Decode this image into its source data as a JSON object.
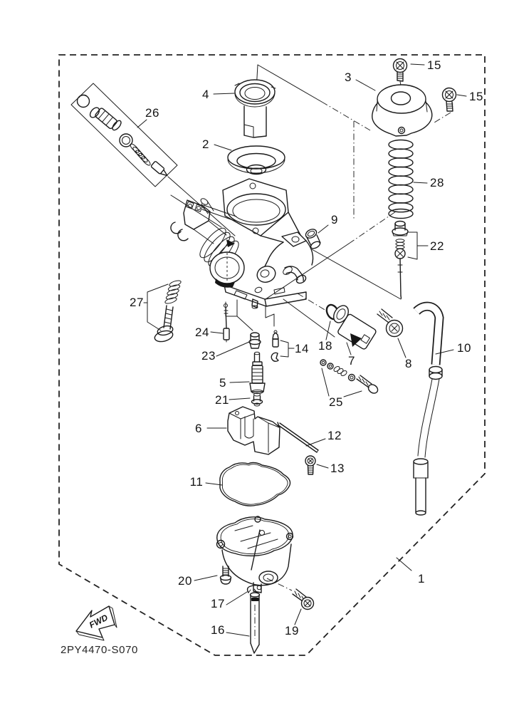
{
  "diagram": {
    "code": "2PY4470-S070",
    "fwd_label": "FWD"
  },
  "colors": {
    "line": "#1b1b1b",
    "background": "#ffffff",
    "text": "#141414"
  },
  "callouts": {
    "c1": "1",
    "c2": "2",
    "c3": "3",
    "c4": "4",
    "c5": "5",
    "c6": "6",
    "c7": "7",
    "c8": "8",
    "c9": "9",
    "c10": "10",
    "c11": "11",
    "c12": "12",
    "c13": "13",
    "c14": "14",
    "c15a": "15",
    "c15b": "15",
    "c16": "16",
    "c17": "17",
    "c18": "18",
    "c19": "19",
    "c20": "20",
    "c21": "21",
    "c22": "22",
    "c23": "23",
    "c24": "24",
    "c25": "25",
    "c26": "26",
    "c27": "27",
    "c28": "28"
  }
}
